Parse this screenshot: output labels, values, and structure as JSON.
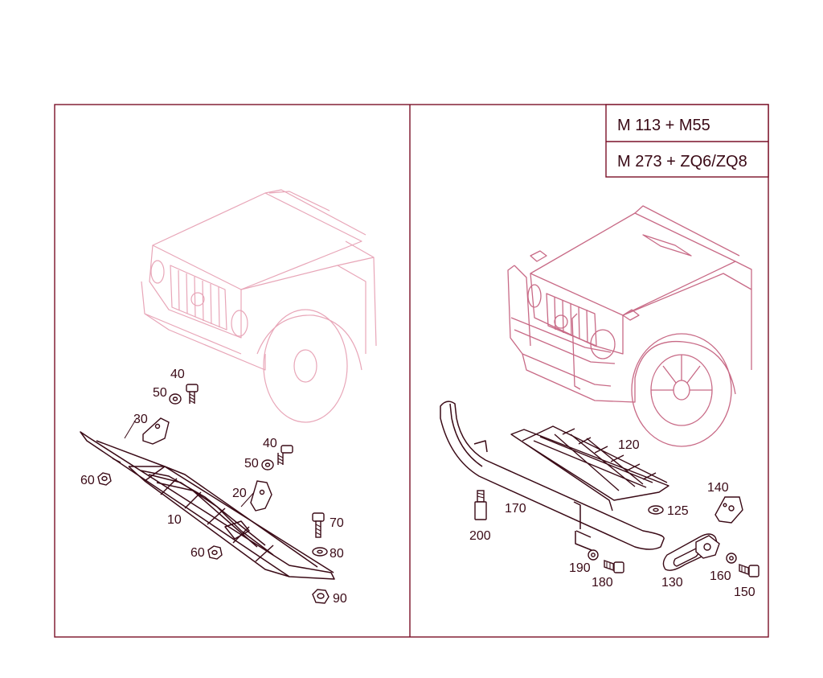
{
  "colors": {
    "frame": "#7a1028",
    "ink": "#3a0a16",
    "ghost": "#e8a6b8",
    "ghost_dark": "#c86a86"
  },
  "variant_box": {
    "row1": "M 113 + M55",
    "row2": "M 273 + ZQ6/ZQ8"
  },
  "left_panel": {
    "labels": {
      "p40a": "40",
      "p50a": "50",
      "p30": "30",
      "p60a": "60",
      "p40b": "40",
      "p50b": "50",
      "p20": "20",
      "p10": "10",
      "p70": "70",
      "p60b": "60",
      "p80": "80",
      "p90": "90"
    }
  },
  "right_panel": {
    "labels": {
      "p120": "120",
      "p140": "140",
      "p170": "170",
      "p125": "125",
      "p200": "200",
      "p190": "190",
      "p180": "180",
      "p130": "130",
      "p160": "160",
      "p150": "150"
    }
  }
}
